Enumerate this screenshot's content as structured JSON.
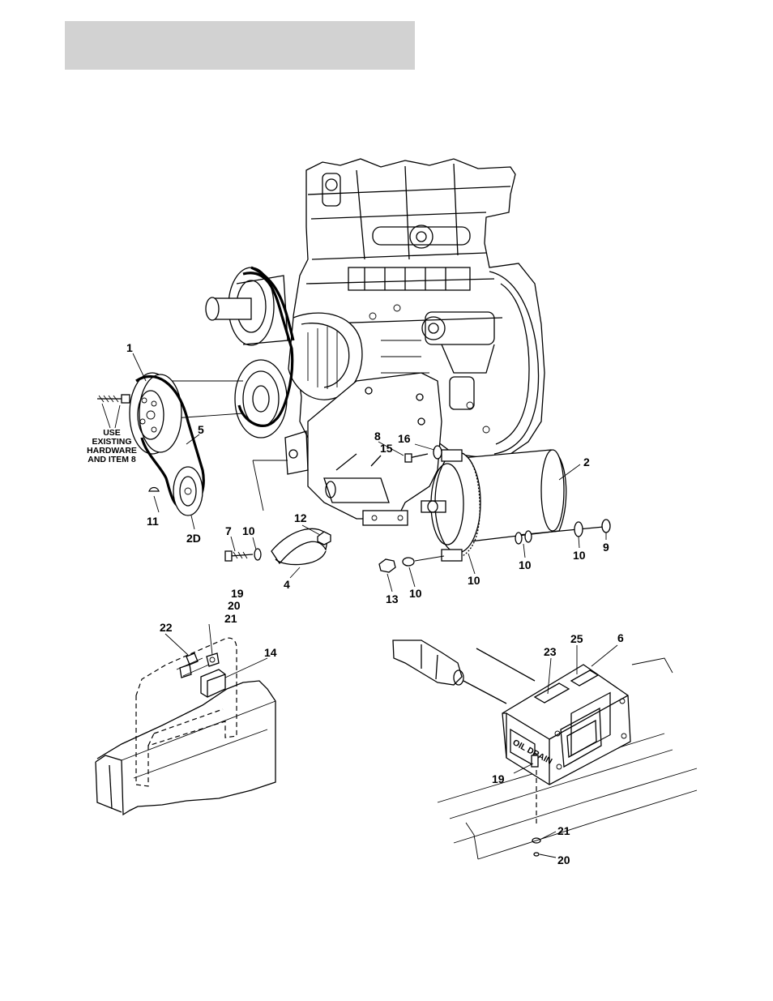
{
  "callouts": {
    "c1": "1",
    "c5": "5",
    "c11": "11",
    "c2d": "2D",
    "c7": "7",
    "c10a": "10",
    "c12": "12",
    "c4": "4",
    "c8": "8",
    "c16": "16",
    "c15": "15",
    "c2": "2",
    "c9": "9",
    "c10b": "10",
    "c10c": "10",
    "c10d": "10",
    "c13": "13",
    "c10e": "10",
    "c19a": "19",
    "c20a": "20",
    "c21a": "21",
    "c22": "22",
    "c14": "14",
    "c23": "23",
    "c25": "25",
    "c6": "6",
    "c19b": "19",
    "c21b": "21",
    "c20b": "20"
  },
  "note": {
    "line1": "USE",
    "line2": "EXISTING",
    "line3": "HARDWARE",
    "line4": "AND ITEM 8"
  },
  "controller_label": "OIL DRAIN"
}
